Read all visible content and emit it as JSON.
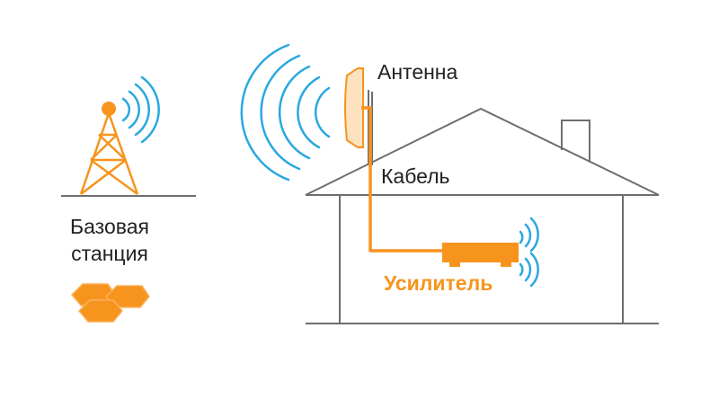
{
  "labels": {
    "antenna": "Антенна",
    "cable": "Кабель",
    "base_station_line1": "Базовая",
    "base_station_line2": "станция",
    "amplifier": "Усилитель"
  },
  "colors": {
    "accent": "#f7941d",
    "signal": "#29a8e0",
    "outline": "#6d6e71",
    "text": "#222222"
  }
}
